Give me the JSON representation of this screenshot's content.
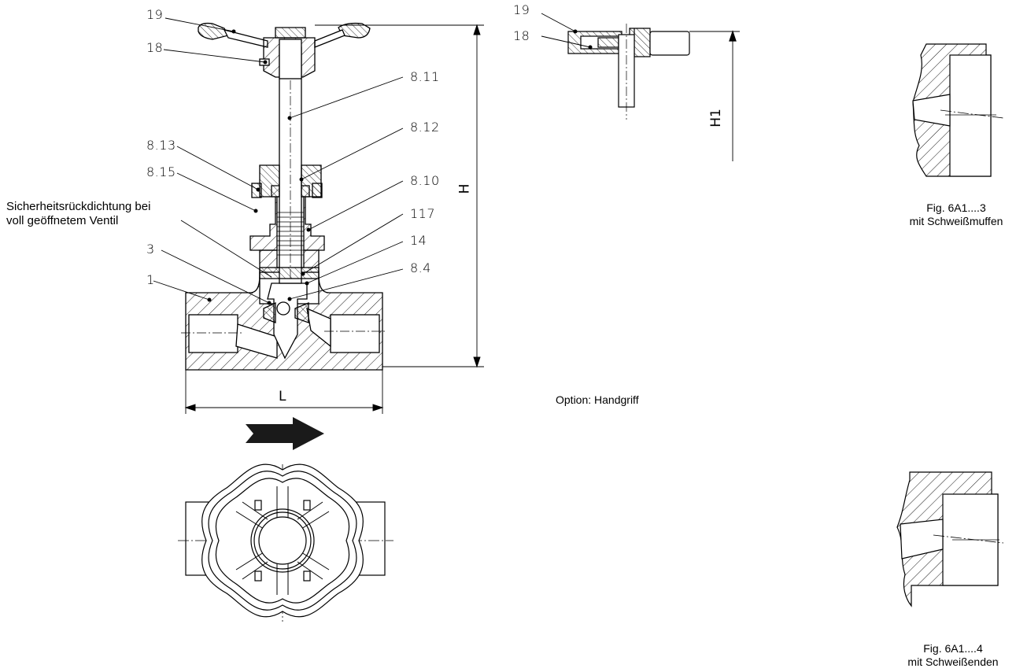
{
  "main_view": {
    "part_labels": {
      "p19": "19",
      "p18": "18",
      "p8_11": "8.11",
      "p8_12": "8.12",
      "p8_13": "8.13",
      "p8_15": "8.15",
      "p8_10": "8.10",
      "p117": "117",
      "p14": "14",
      "p3": "3",
      "p8_4": "8.4",
      "p1": "1"
    },
    "note_line1": "Sicherheitsrückdichtung bei",
    "note_line2": "voll geöffnetem Ventil",
    "dim_height": "H",
    "dim_length": "L"
  },
  "option_view": {
    "label_19": "19",
    "label_18": "18",
    "dim_h1": "H1",
    "caption": "Option: Handgriff"
  },
  "fig3": {
    "line1": "Fig. 6A1....3",
    "line2": "mit Schweißmuffen"
  },
  "fig4": {
    "line1": "Fig. 6A1....4",
    "line2": "mit Schweißenden"
  },
  "colors": {
    "line": "#000000",
    "arrow": "#1a1a1a",
    "background": "#ffffff"
  }
}
